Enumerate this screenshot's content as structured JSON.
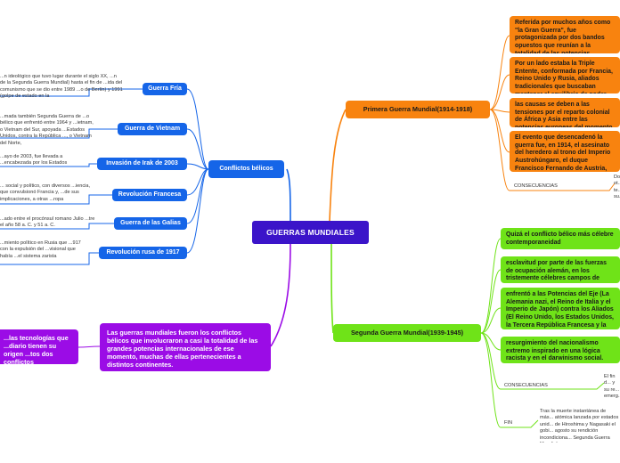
{
  "root": "GUERRAS MUNDIALES",
  "conflicts": {
    "label": "Conflictos bélicos",
    "items": [
      {
        "label": "Guerra Fría",
        "desc": "...n ideológico que tuvo lugar durante el siglo XX, ...n de la Segunda Guerra Mundial) hasta el fin de ...ida del comunismo que se dio entre 1989 ...o de Berlín) y 1991 (golpe de estado en la"
      },
      {
        "label": "Guerra de Vietnam",
        "desc": "...mada también Segunda Guerra de ...o bélico que enfrentó entre 1964 y ...ietnam, o Vietnam del Sur, apoyada ...Estados Unidos, contra la República ..., o Vietnam del Norte,"
      },
      {
        "label": "Invasión de Irak de 2003",
        "desc": "...ayo de 2003, fue llevada a ...encabezada por los Estados"
      },
      {
        "label": "Revolución Francesa",
        "desc": "... social y político, con diversos ...iencia, que convulsionó Francia y, ...de sus implicaciones, a otras ...ropa"
      },
      {
        "label": "Guerra de las Galias",
        "desc": "...ado entre el procónsul romano Julio ...tre el año 58 a. C. y 51 a. C."
      },
      {
        "label": "Revolución rusa de 1917",
        "desc": "...miento político en Rusia que ...917 con la expulsión del ...visional que había ...el sistema zarista"
      }
    ]
  },
  "ww1": {
    "label": "Primera Guerra Mundial(1914-1918)",
    "items": [
      "Referida por muchos años como \"la Gran Guerra\", fue protagonizada por dos bandos opuestos que reunían a la totalidad de las potencias coloniales europeas de la época.",
      "Por un lado estaba la Triple Entente, conformada por Francia, Reino Unido y Rusia, aliados tradicionales que buscaban mantener el equilibrio de poder.",
      "las causas se deben a las tensiones por el reparto colonial de África y Asia entre las potencias europeas del momento.",
      "El evento que desencadenó la guerra fue, en 1914, el asesinato del heredero al trono del Imperio Austrohúngaro, el duque Francisco Fernando de Austria, en Sarajevo."
    ],
    "consequences_label": "CONSECUENCIAS",
    "consequences_text": "Do... ot... te... su..."
  },
  "ww2": {
    "label": "Segunda Guerra Mundial(1939-1945)",
    "items": [
      "Quizá el conflicto bélico más célebre contemporaneidad",
      "esclavitud por parte de las fuerzas de ocupación alemán, en los tristemente célebres campos de concentración y exterminio.",
      "enfrentó a las Potencias del Eje (La Alemania nazi, el Reino de Italia y el Imperio de Japón) contra los Aliados (El Reino Unido, los Estados Unidos, la Tercera República Francesa y la Unión Soviética)",
      "resurgimiento del nacionalismo extremo inspirado en una lógica racista y en el darwinismo social."
    ],
    "consequences_label": "CONSECUENCIAS",
    "consequences_text": "El fin d... y su re... emerg... superp...",
    "end_label": "FIN",
    "end_text": "Tras la muerte instantánea de más... atómica lanzada por estados unid... de Hiroshima y Nagasaki el gobi... agosto su rendición incondiciona... Segunda Guerra Mundial."
  },
  "summary": "Las guerras mundiales fueron los conflictos bélicos que involucraron a casi la totalidad de las grandes potencias internacionales de ese momento, muchas de ellas pertenecientes a distintos continentes.",
  "technology": "...las tecnologías que ...diario tienen su origen ...tos dos conflictos",
  "colors": {
    "root": "#3b14c9",
    "blue": "#1565e8",
    "orange": "#f8830f",
    "green": "#6fe318",
    "purple": "#9b0ce6"
  }
}
